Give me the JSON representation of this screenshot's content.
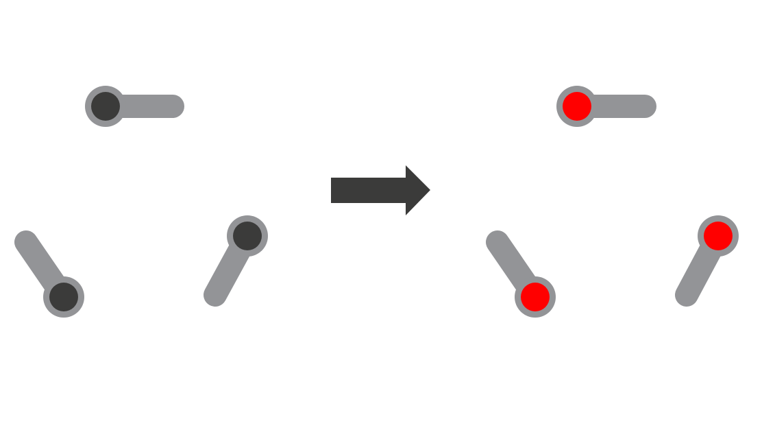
{
  "colors": {
    "background": "#ffffff",
    "stick": "#939497",
    "ring": "#939497",
    "head_before": "#3b3b3a",
    "head_after": "#ff0000",
    "arrow": "#3b3b3a"
  },
  "panels": [
    {
      "name": "before",
      "head_color_key": "head_before",
      "pins": [
        {
          "name": "top"
        },
        {
          "name": "bottom-left"
        },
        {
          "name": "bottom-right"
        }
      ]
    },
    {
      "name": "after",
      "head_color_key": "head_after",
      "pins": [
        {
          "name": "top"
        },
        {
          "name": "bottom-left"
        },
        {
          "name": "bottom-right"
        }
      ]
    }
  ],
  "arrow": {
    "direction": "right"
  }
}
